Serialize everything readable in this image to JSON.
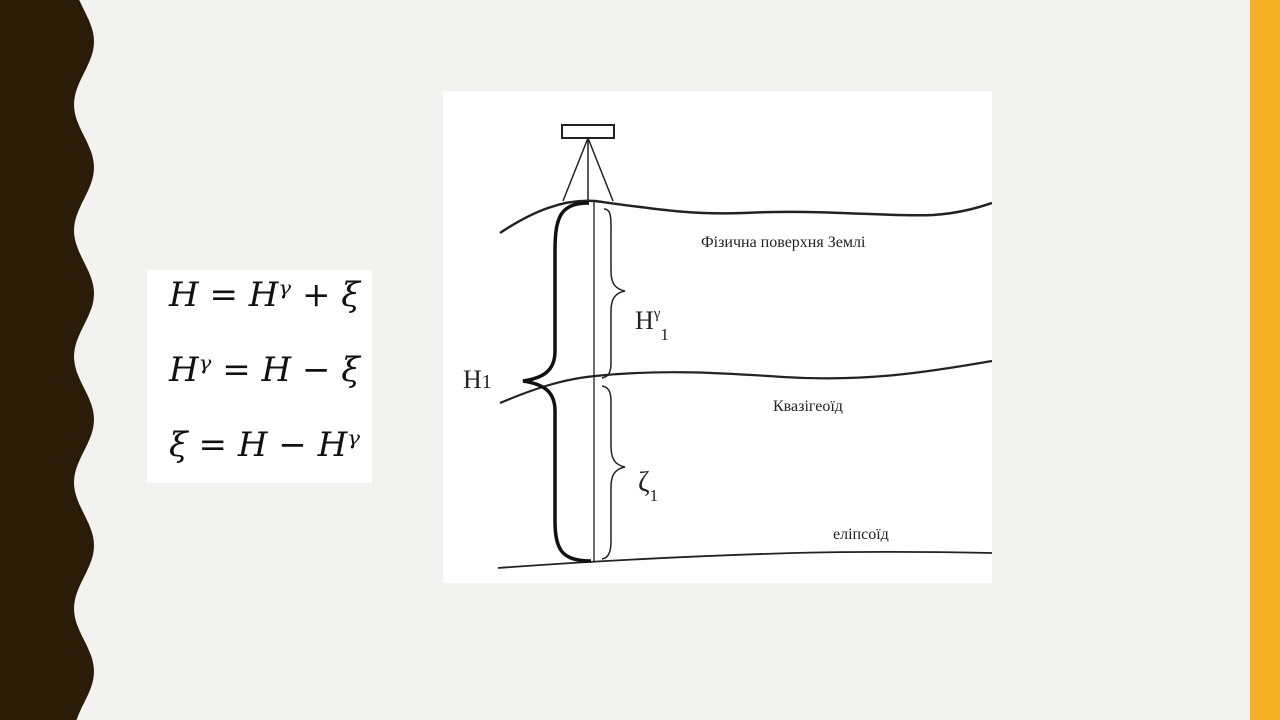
{
  "colors": {
    "background": "#f2f2f1",
    "left_band": "#2b1c07",
    "right_bar": "#f6b026",
    "line": "#222222"
  },
  "formulas": [
    "H = Hᵞ + ξ",
    "Hᵞ = H − ξ",
    "ξ = H − Hᵞ"
  ],
  "diagram": {
    "surface_label": "Фізична поверхня Землі",
    "quasigeoid_label": "Квазігеоїд",
    "ellipsoid_label": "еліпсоїд",
    "h1_label": "H",
    "h1_sub": "1",
    "hgamma_label": "H",
    "hgamma_sup": "γ",
    "hgamma_sub": "1",
    "zeta_label": "ζ",
    "zeta_sub": "1"
  }
}
